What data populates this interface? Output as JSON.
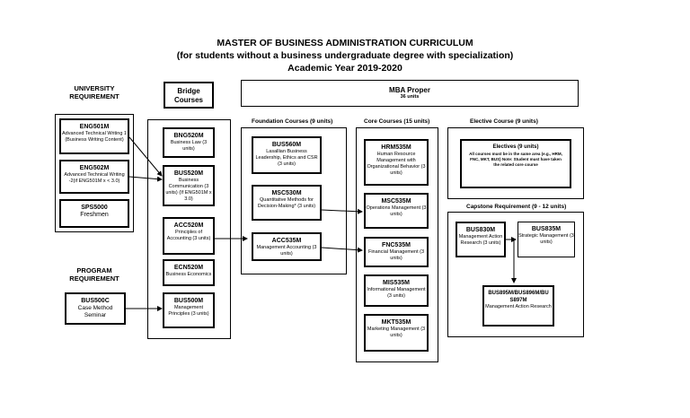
{
  "title": {
    "line1": "MASTER OF BUSINESS ADMINISTRATION CURRICULUM",
    "line2": "(for students without a business undergraduate degree with specialization)",
    "line3": "Academic Year 2019-2020"
  },
  "university_requirement": {
    "label": "UNIVERSITY REQUIREMENT",
    "courses": [
      {
        "code": "ENG501M",
        "desc": "Advanced Technical Writing 1 (Business Writing Content)"
      },
      {
        "code": "ENG502M",
        "desc": "Advanced Technical Writing -2(if ENG501M x < 3.0)"
      },
      {
        "code": "SPS5000",
        "desc": "Freshmen"
      }
    ]
  },
  "program_requirement": {
    "label": "PROGRAM REQUIREMENT",
    "course": {
      "code": "BUS500C",
      "desc": "Case Method Seminar"
    }
  },
  "bridge": {
    "label": "Bridge Courses",
    "courses": [
      {
        "code": "BNG520M",
        "desc": "Business Law (3 units)"
      },
      {
        "code": "BUS520M",
        "desc": "Business Communication (3 units) (If ENG501M x 3.0)"
      },
      {
        "code": "ACC520M",
        "desc": "Principles of Accounting (3 units)"
      },
      {
        "code": "ECN520M",
        "desc": "Business Economics"
      },
      {
        "code": "BUS500M",
        "desc": "Management Principles (3 units)"
      }
    ]
  },
  "mba_proper": {
    "label": "MBA Proper",
    "units": "36 units"
  },
  "foundation": {
    "label": "Foundation Courses (9 units)",
    "courses": [
      {
        "code": "BUS560M",
        "desc": "Lasallian Business Leadership, Ethics and CSR (3 units)"
      },
      {
        "code": "MSC530M",
        "desc": "Quantitative Methods for Decision-Making* (3 units)"
      },
      {
        "code": "ACC535M",
        "desc": "Management Accounting (3 units)"
      }
    ]
  },
  "core": {
    "label": "Core Courses (15 units)",
    "courses": [
      {
        "code": "HRM535M",
        "desc": "Human Resource Management with Organizational Behavior (3 units)"
      },
      {
        "code": "MSC535M",
        "desc": "Operations Management (3 units)"
      },
      {
        "code": "FNC535M",
        "desc": "Financial Management (3 units)"
      },
      {
        "code": "MIS535M",
        "desc": "Informational Management (3 units)"
      },
      {
        "code": "MKT535M",
        "desc": "Marketing Management (3 units)"
      }
    ]
  },
  "elective": {
    "label": "Elective Course (9 units)",
    "box_title": "Electives (9 units)",
    "box_desc": "All courses must be in the same area (e.g., HRM, FNC, MKT, BUS) Note: Student must have taken the related core course"
  },
  "capstone": {
    "label": "Capstone Requirement (9 - 12 units)",
    "courses": [
      {
        "code": "BUS830M",
        "desc": "Management Action Research (3 units)"
      },
      {
        "code": "BUS835M",
        "desc": "Strategic Management (3 units)"
      },
      {
        "code": "BUS895M/BUS896M/BU S897M",
        "desc": "Management Action Research"
      }
    ]
  }
}
